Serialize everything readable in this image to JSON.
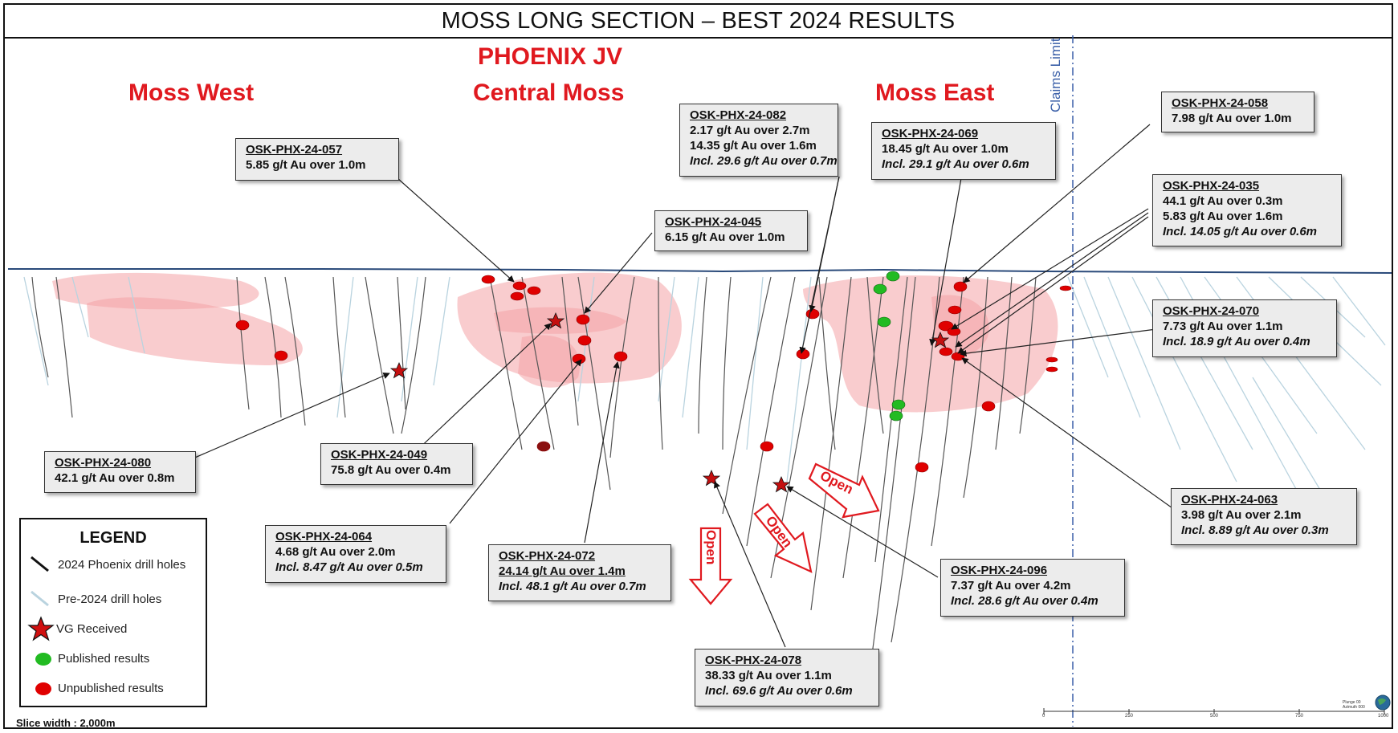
{
  "title": "MOSS LONG SECTION – BEST 2024 RESULTS",
  "regions": {
    "phoenix_jv": "PHOENIX JV",
    "moss_west": "Moss West",
    "central_moss": "Central Moss",
    "moss_east": "Moss East",
    "claims_limit": "Claims Limit"
  },
  "callouts": [
    {
      "hole": "OSK-PHX-24-057",
      "lines": [
        "5.85 g/t Au over 1.0m"
      ],
      "incl": ""
    },
    {
      "hole": "OSK-PHX-24-082",
      "lines": [
        "2.17 g/t Au over 2.7m",
        "14.35 g/t Au over 1.6m"
      ],
      "incl": "Incl. 29.6 g/t Au over 0.7m"
    },
    {
      "hole": "OSK-PHX-24-069",
      "lines": [
        "18.45 g/t Au over 1.0m"
      ],
      "incl": "Incl. 29.1 g/t Au over 0.6m"
    },
    {
      "hole": "OSK-PHX-24-058",
      "lines": [
        "7.98 g/t Au over 1.0m"
      ],
      "incl": ""
    },
    {
      "hole": "OSK-PHX-24-045",
      "lines": [
        "6.15 g/t Au over 1.0m"
      ],
      "incl": ""
    },
    {
      "hole": "OSK-PHX-24-035",
      "lines": [
        "44.1 g/t Au over 0.3m",
        "5.83 g/t Au over 1.6m"
      ],
      "incl": "Incl. 14.05 g/t Au over 0.6m"
    },
    {
      "hole": "OSK-PHX-24-070",
      "lines": [
        "7.73 g/t Au over 1.1m"
      ],
      "incl": "Incl. 18.9 g/t Au over 0.4m"
    },
    {
      "hole": "OSK-PHX-24-080",
      "lines": [
        "42.1 g/t Au over 0.8m"
      ],
      "incl": ""
    },
    {
      "hole": "OSK-PHX-24-049",
      "lines": [
        "75.8 g/t Au over 0.4m"
      ],
      "incl": ""
    },
    {
      "hole": "OSK-PHX-24-064",
      "lines": [
        "4.68 g/t Au over 2.0m"
      ],
      "incl": "Incl. 8.47 g/t Au over 0.5m"
    },
    {
      "hole": "OSK-PHX-24-072",
      "lines": [
        "24.14 g/t Au over 1.4m"
      ],
      "incl": "Incl. 48.1 g/t Au over 0.7m"
    },
    {
      "hole": "OSK-PHX-24-063",
      "lines": [
        "3.98 g/t Au over 2.1m"
      ],
      "incl": "Incl. 8.89 g/t Au over 0.3m"
    },
    {
      "hole": "OSK-PHX-24-096",
      "lines": [
        "7.37 g/t Au over 4.2m"
      ],
      "incl": "Incl. 28.6 g/t Au over 0.4m"
    },
    {
      "hole": "OSK-PHX-24-078",
      "lines": [
        "38.33 g/t Au over 1.1m"
      ],
      "incl": "Incl. 69.6 g/t Au over 0.6m"
    }
  ],
  "open_arrows": [
    "Open",
    "Open",
    "Open"
  ],
  "legend": {
    "title": "LEGEND",
    "items": [
      "2024 Phoenix drill holes",
      "Pre-2024 drill holes",
      "VG Received",
      "Published results",
      "Unpublished results"
    ]
  },
  "footer": {
    "slice_width": "Slice width : 2,000m",
    "scale_ticks": [
      "0",
      "250",
      "500",
      "750",
      "1000"
    ],
    "plunge": "Plunge 00",
    "azimuth": "Azimuth 000"
  },
  "colors": {
    "red_label": "#e0191f",
    "intercept_red": "#e00000",
    "published_green": "#22bb22",
    "claims_blue": "#3a5fa8",
    "zone_pink": "#f4a3a6"
  }
}
